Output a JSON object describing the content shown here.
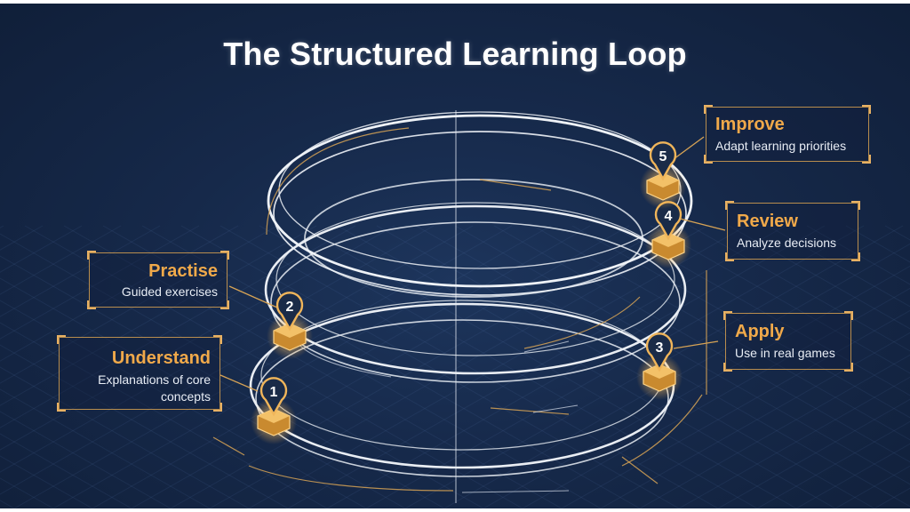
{
  "title": "The Structured Learning Loop",
  "colors": {
    "background": "#16294a",
    "accent": "#f0a94a",
    "ring": "#e9edf3",
    "text": "#ffffff"
  },
  "steps": [
    {
      "number": "1",
      "title": "Understand",
      "description_lines": [
        "Explanations of core",
        "concepts"
      ]
    },
    {
      "number": "2",
      "title": "Practise",
      "description_lines": [
        "Guided exercises"
      ]
    },
    {
      "number": "3",
      "title": "Apply",
      "description_lines": [
        "Use in real games"
      ]
    },
    {
      "number": "4",
      "title": "Review",
      "description_lines": [
        "Analyze decisions"
      ]
    },
    {
      "number": "5",
      "title": "Improve",
      "description_lines": [
        "Adapt learning priorities"
      ]
    }
  ]
}
